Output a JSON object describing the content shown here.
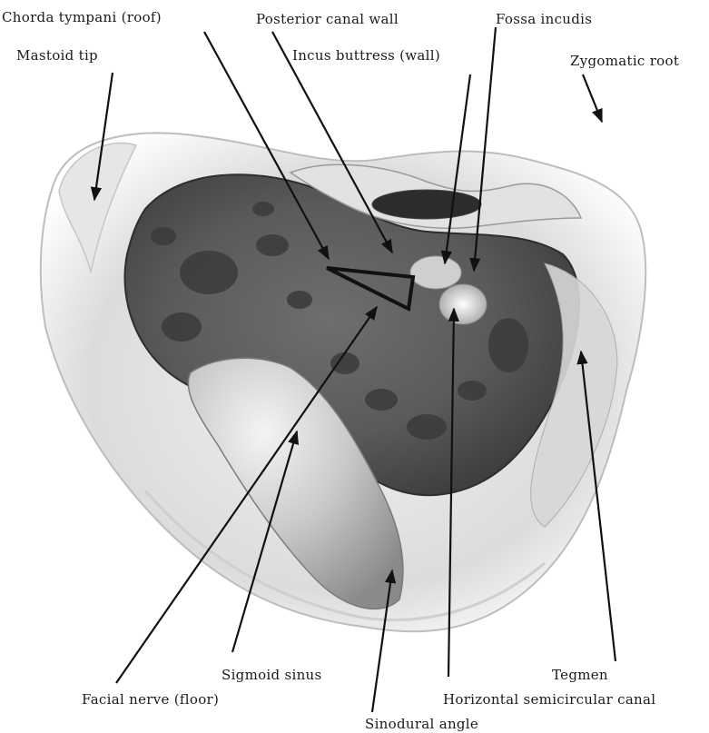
{
  "labels": {
    "chorda_tympani": "Chorda tympani (roof)",
    "posterior_canal_wall": "Posterior canal wall",
    "fossa_incudis": "Fossa incudis",
    "mastoid_tip": "Mastoid tip",
    "incus_buttress": "Incus buttress (wall)",
    "zygomatic_root": "Zygomatic root",
    "sigmoid_sinus": "Sigmoid sinus",
    "tegmen": "Tegmen",
    "facial_nerve": "Facial nerve (floor)",
    "horizontal_canal": "Horizontal semicircular canal",
    "sinodural_angle": "Sinodural angle"
  }
}
